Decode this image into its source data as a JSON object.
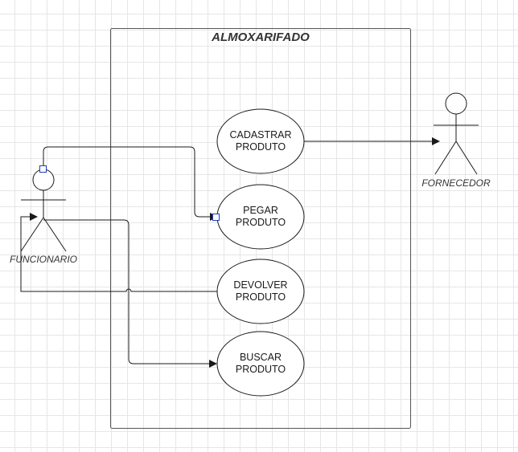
{
  "diagram": {
    "system": {
      "title": "ALMOXARIFADO"
    },
    "actors": {
      "funcionario": {
        "label": "FUNCIONARIO"
      },
      "fornecedor": {
        "label": "FORNECEDOR"
      }
    },
    "use_cases": {
      "cadastrar": {
        "line1": "CADASTRAR",
        "line2": "PRODUTO"
      },
      "pegar": {
        "line1": "PEGAR",
        "line2": "PRODUTO"
      },
      "devolver": {
        "line1": "DEVOLVER",
        "line2": "PRODUTO"
      },
      "buscar": {
        "line1": "BUSCAR",
        "line2": "PRODUTO"
      }
    },
    "colors": {
      "line": "#1a1a1a",
      "connector_handle": "#1f3fbf",
      "grid": "#e6e6e6"
    }
  }
}
